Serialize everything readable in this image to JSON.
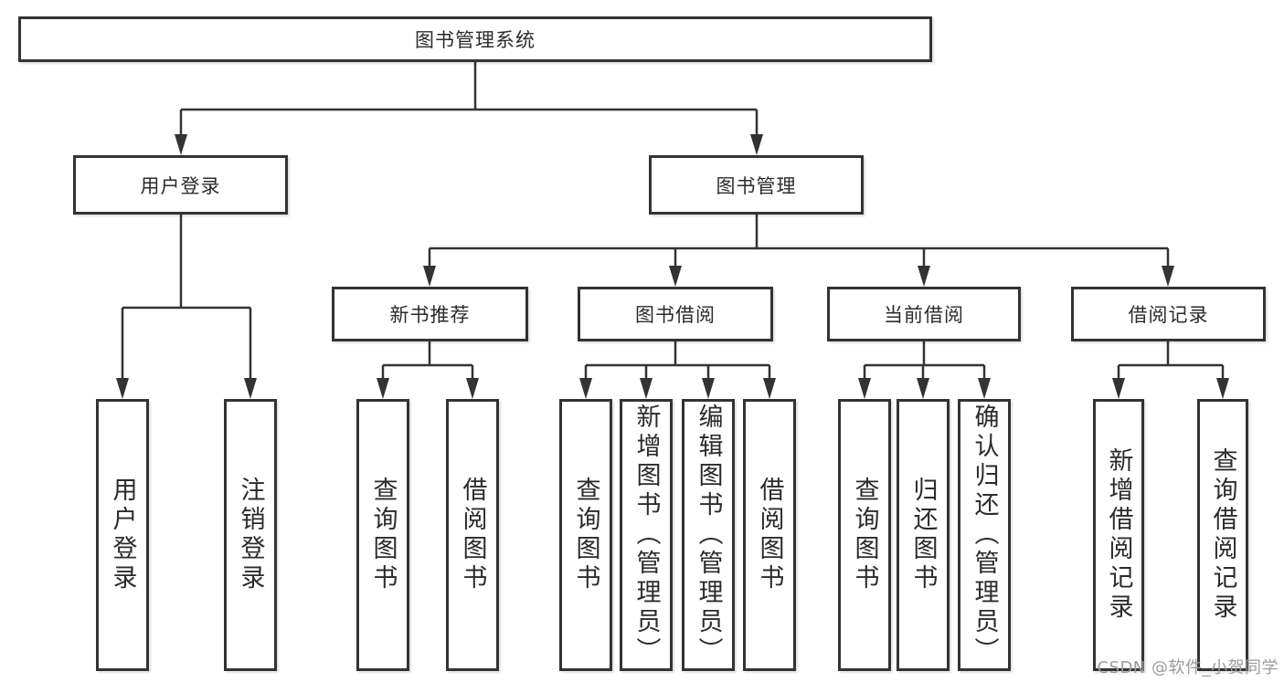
{
  "diagram": {
    "type": "hierarchy",
    "tree": {
      "label": "图书管理系统",
      "children": [
        {
          "label": "用户登录",
          "children": [
            {
              "label": "用户登录"
            },
            {
              "label": "注销登录"
            }
          ]
        },
        {
          "label": "图书管理",
          "children": [
            {
              "label": "新书推荐",
              "children": [
                {
                  "label": "查询图书"
                },
                {
                  "label": "借阅图书"
                }
              ]
            },
            {
              "label": "图书借阅",
              "children": [
                {
                  "label": "查询图书"
                },
                {
                  "label": "新增图书（管理员）"
                },
                {
                  "label": "编辑图书（管理员）"
                },
                {
                  "label": "借阅图书"
                }
              ]
            },
            {
              "label": "当前借阅",
              "children": [
                {
                  "label": "查询图书"
                },
                {
                  "label": "归还图书"
                },
                {
                  "label": "确认归还（管理员）"
                }
              ]
            },
            {
              "label": "借阅记录",
              "children": [
                {
                  "label": "新增借阅记录"
                },
                {
                  "label": "查询借阅记录"
                }
              ]
            }
          ]
        }
      ]
    },
    "colors": {
      "line": "#333333",
      "box_border": "#333333",
      "box_background": "#ffffff",
      "text": "#2b2b2b",
      "watermark": "#9b9b9b"
    }
  },
  "watermark": "CSDN @软件_小贺同学"
}
